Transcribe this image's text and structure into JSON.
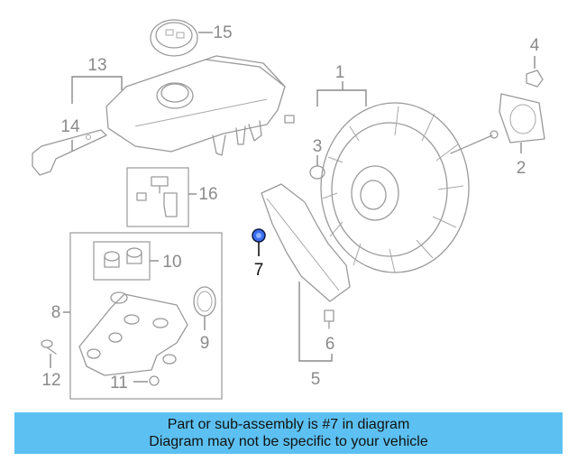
{
  "callouts": {
    "c1": "1",
    "c2": "2",
    "c3": "3",
    "c4": "4",
    "c5": "5",
    "c6": "6",
    "c7": "7",
    "c8": "8",
    "c9": "9",
    "c10": "10",
    "c11": "11",
    "c12": "12",
    "c13": "13",
    "c14": "14",
    "c15": "15",
    "c16": "16"
  },
  "highlight": {
    "part": "7",
    "color": "#3a6df0"
  },
  "banner": {
    "color": "#5cc1f2",
    "line1": "Part or sub-assembly is #7 in diagram",
    "line2": "Diagram may not be specific to your vehicle"
  }
}
